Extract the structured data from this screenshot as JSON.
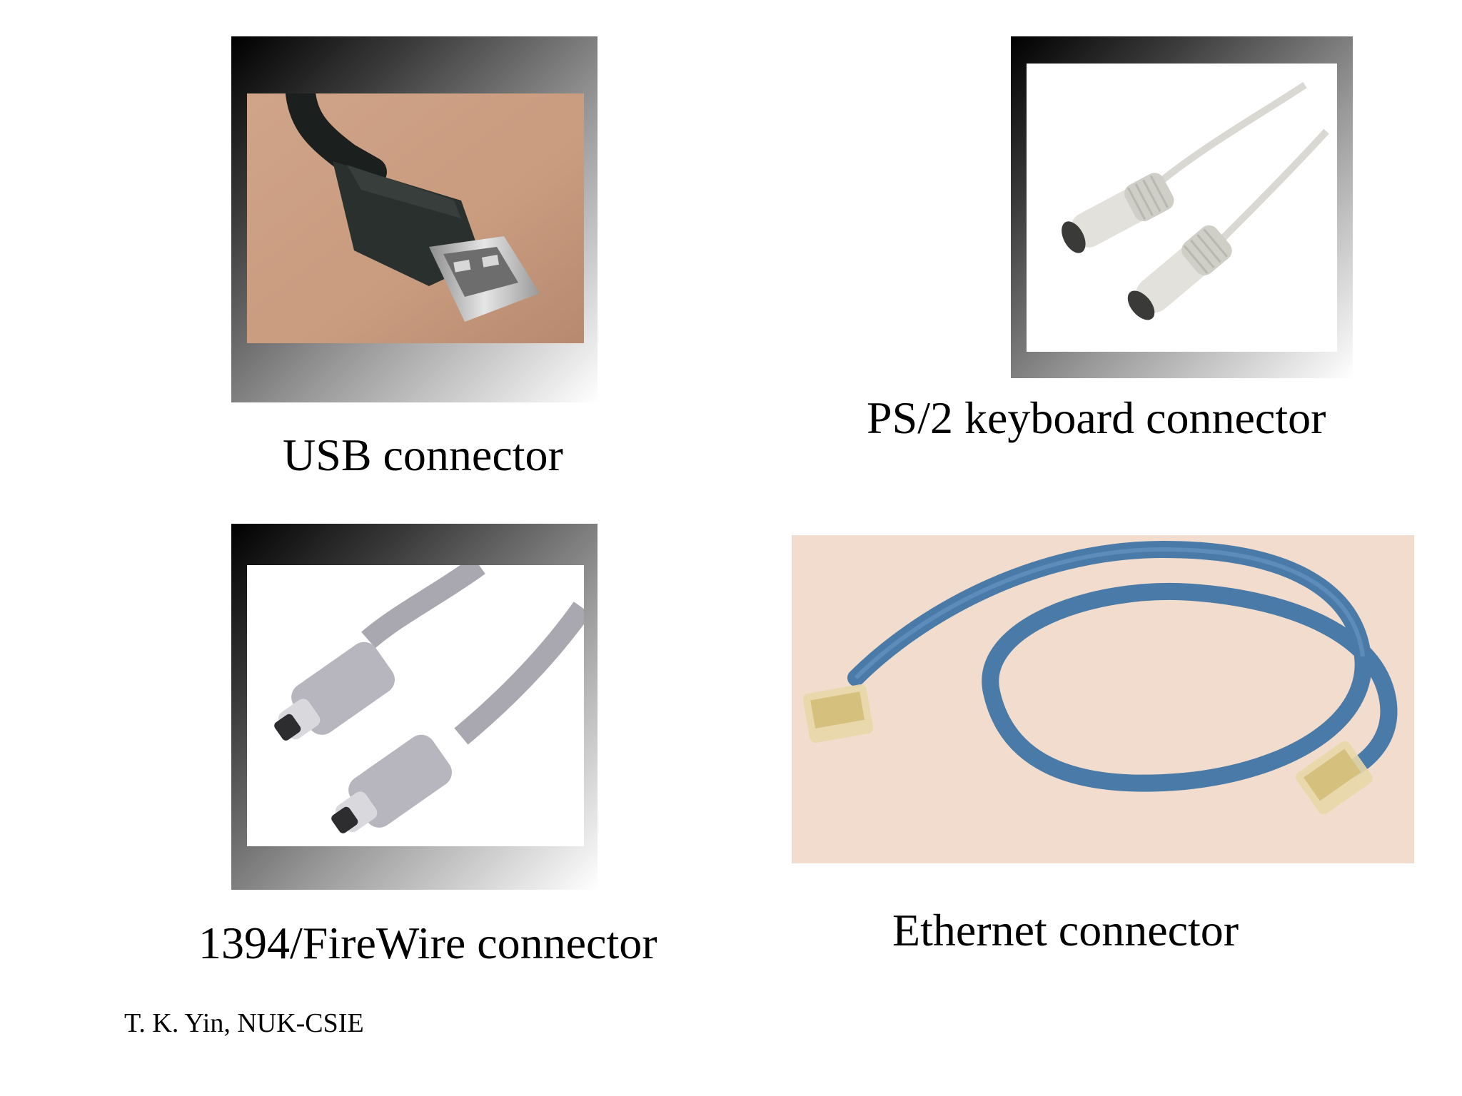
{
  "panels": [
    {
      "id": "usb",
      "caption": "USB connector"
    },
    {
      "id": "ps2",
      "caption": "PS/2 keyboard connector"
    },
    {
      "id": "firewire",
      "caption": "1394/FireWire connector"
    },
    {
      "id": "ethernet",
      "caption": "Ethernet connector"
    }
  ],
  "footer": {
    "credit": "T. K. Yin, NUK-CSIE"
  }
}
